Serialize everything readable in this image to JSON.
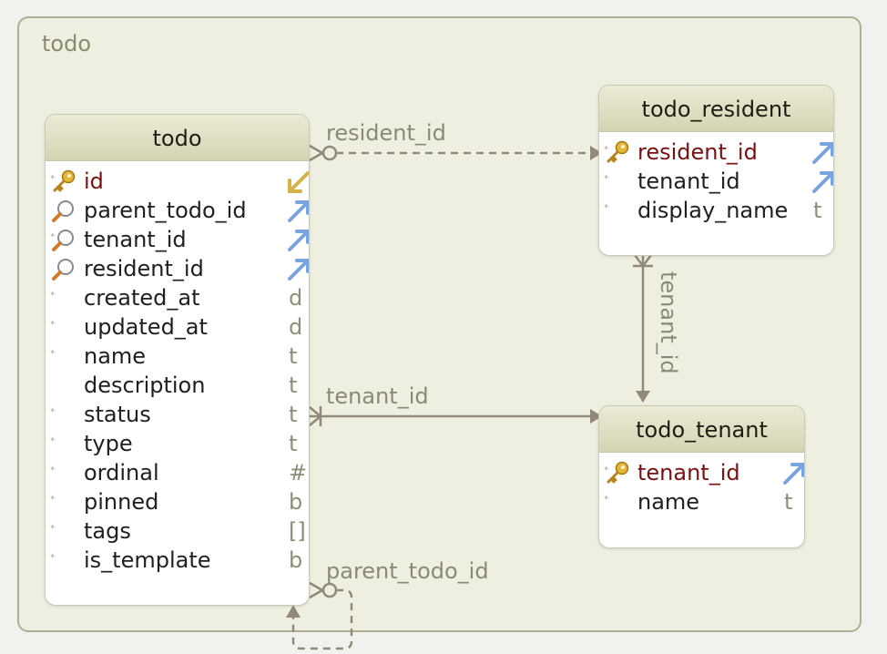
{
  "group": {
    "title": "todo"
  },
  "tables": {
    "todo": {
      "name": "todo",
      "columns": [
        {
          "name": "id",
          "type": "",
          "required": true,
          "key": "pk",
          "link": "in"
        },
        {
          "name": "parent_todo_id",
          "type": "",
          "required": false,
          "key": "fk",
          "link": "out"
        },
        {
          "name": "tenant_id",
          "type": "",
          "required": true,
          "key": "fk",
          "link": "out"
        },
        {
          "name": "resident_id",
          "type": "",
          "required": false,
          "key": "fk",
          "link": "out"
        },
        {
          "name": "created_at",
          "type": "d",
          "required": true,
          "key": "",
          "link": ""
        },
        {
          "name": "updated_at",
          "type": "d",
          "required": true,
          "key": "",
          "link": ""
        },
        {
          "name": "name",
          "type": "t",
          "required": true,
          "key": "",
          "link": ""
        },
        {
          "name": "description",
          "type": "t",
          "required": false,
          "key": "",
          "link": ""
        },
        {
          "name": "status",
          "type": "t",
          "required": true,
          "key": "",
          "link": ""
        },
        {
          "name": "type",
          "type": "t",
          "required": true,
          "key": "",
          "link": ""
        },
        {
          "name": "ordinal",
          "type": "#",
          "required": true,
          "key": "",
          "link": ""
        },
        {
          "name": "pinned",
          "type": "b",
          "required": true,
          "key": "",
          "link": ""
        },
        {
          "name": "tags",
          "type": "[]",
          "required": true,
          "key": "",
          "link": ""
        },
        {
          "name": "is_template",
          "type": "b",
          "required": true,
          "key": "",
          "link": ""
        }
      ]
    },
    "todo_resident": {
      "name": "todo_resident",
      "columns": [
        {
          "name": "resident_id",
          "type": "",
          "required": true,
          "key": "pk",
          "link": "out"
        },
        {
          "name": "tenant_id",
          "type": "",
          "required": true,
          "key": "",
          "link": "out"
        },
        {
          "name": "display_name",
          "type": "t",
          "required": true,
          "key": "",
          "link": ""
        }
      ]
    },
    "todo_tenant": {
      "name": "todo_tenant",
      "columns": [
        {
          "name": "tenant_id",
          "type": "",
          "required": true,
          "key": "pk",
          "link": "out"
        },
        {
          "name": "name",
          "type": "t",
          "required": true,
          "key": "",
          "link": ""
        }
      ]
    }
  },
  "relations": [
    {
      "label": "resident_id",
      "from": "todo",
      "to": "todo_resident",
      "style": "dashed"
    },
    {
      "label": "tenant_id",
      "from": "todo",
      "to": "todo_tenant",
      "style": "solid"
    },
    {
      "label": "tenant_id",
      "from": "todo_resident",
      "to": "todo_tenant",
      "style": "solid"
    },
    {
      "label": "parent_todo_id",
      "from": "todo",
      "to": "todo",
      "style": "dashed"
    }
  ],
  "colors": {
    "primary_key_text": "#7b1010",
    "link": "#918a78",
    "header": "#dcdcc0",
    "group_bg": "#efefe1"
  }
}
